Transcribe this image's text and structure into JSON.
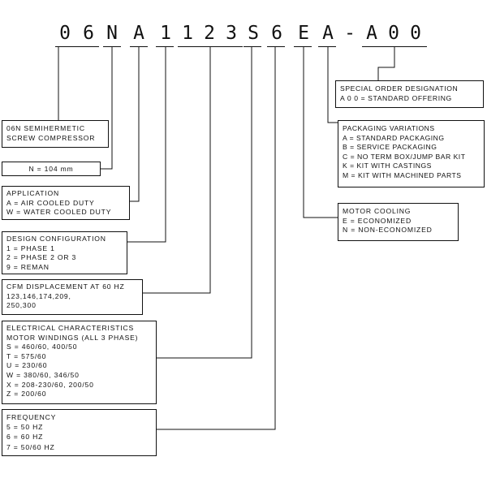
{
  "code": {
    "chars": [
      "0",
      "6",
      "N",
      "A",
      "1",
      "1",
      "2",
      "3",
      "S",
      "6",
      "E",
      "A",
      "-",
      "A",
      "0",
      "0"
    ]
  },
  "boxes": {
    "compressor": {
      "lines": [
        "06N SEMIHERMETIC",
        "SCREW COMPRESSOR"
      ]
    },
    "n_size": {
      "text": "N = 104 mm"
    },
    "application": {
      "lines": [
        "APPLICATION",
        "A = AIR COOLED DUTY",
        "W = WATER COOLED DUTY"
      ]
    },
    "design": {
      "lines": [
        "DESIGN CONFIGURATION",
        "1 = PHASE 1",
        "2 = PHASE 2 OR 3",
        "9 = REMAN"
      ]
    },
    "cfm": {
      "lines": [
        "CFM DISPLACEMENT AT 60 HZ",
        "123,146,174,209,",
        "250,300"
      ]
    },
    "electrical": {
      "lines": [
        "ELECTRICAL CHARACTERISTICS",
        "MOTOR WINDINGS (ALL 3 PHASE)",
        "S = 460/60, 400/50",
        "T = 575/60",
        "U = 230/60",
        "W = 380/60, 346/50",
        "X = 208-230/60, 200/50",
        "Z = 200/60"
      ]
    },
    "frequency": {
      "lines": [
        "FREQUENCY",
        "5 = 50 HZ",
        "6 = 60 HZ",
        "7 = 50/60 HZ"
      ]
    },
    "special_order": {
      "lines": [
        "SPECIAL ORDER DESIGNATION",
        "A 0 0 = STANDARD OFFERING"
      ]
    },
    "packaging": {
      "lines": [
        "PACKAGING VARIATIONS",
        "A = STANDARD PACKAGING",
        "B = SERVICE PACKAGING",
        "C = NO TERM BOX/JUMP BAR KIT",
        "K = KIT WITH CASTINGS",
        "M = KIT WITH MACHINED PARTS"
      ]
    },
    "motor_cooling": {
      "lines": [
        "MOTOR COOLING",
        "E = ECONOMIZED",
        "N = NON-ECONOMIZED"
      ]
    }
  }
}
